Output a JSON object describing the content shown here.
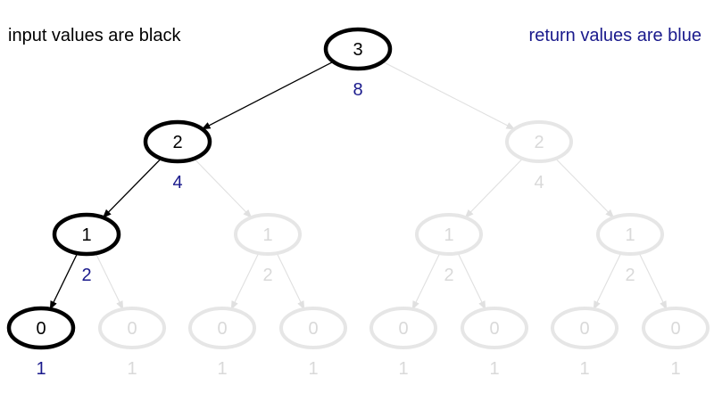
{
  "captions": {
    "input_note": "input values are black",
    "return_note": "return values are blue"
  },
  "colors": {
    "input_text": "#000000",
    "return_text": "#1a1a8c",
    "faded": "#e6e6e6",
    "faded_text": "#d9d9d9",
    "arrow": "#000000"
  },
  "tree": {
    "nodes": [
      {
        "id": "n3",
        "input": "3",
        "ret": "8",
        "active": true
      },
      {
        "id": "n2a",
        "input": "2",
        "ret": "4",
        "active": true
      },
      {
        "id": "n2b",
        "input": "2",
        "ret": "4",
        "active": false
      },
      {
        "id": "n1a",
        "input": "1",
        "ret": "2",
        "active": true
      },
      {
        "id": "n1b",
        "input": "1",
        "ret": "2",
        "active": false
      },
      {
        "id": "n1c",
        "input": "1",
        "ret": "2",
        "active": false
      },
      {
        "id": "n1d",
        "input": "1",
        "ret": "2",
        "active": false
      },
      {
        "id": "n0a",
        "input": "0",
        "ret": "1",
        "active": true
      },
      {
        "id": "n0b",
        "input": "0",
        "ret": "1",
        "active": false
      },
      {
        "id": "n0c",
        "input": "0",
        "ret": "1",
        "active": false
      },
      {
        "id": "n0d",
        "input": "0",
        "ret": "1",
        "active": false
      },
      {
        "id": "n0e",
        "input": "0",
        "ret": "1",
        "active": false
      },
      {
        "id": "n0f",
        "input": "0",
        "ret": "1",
        "active": false
      },
      {
        "id": "n0g",
        "input": "0",
        "ret": "1",
        "active": false
      },
      {
        "id": "n0h",
        "input": "0",
        "ret": "1",
        "active": false
      }
    ],
    "edges": [
      {
        "from": "n3",
        "to": "n2a",
        "active": true
      },
      {
        "from": "n3",
        "to": "n2b",
        "active": false
      },
      {
        "from": "n2a",
        "to": "n1a",
        "active": true
      },
      {
        "from": "n2a",
        "to": "n1b",
        "active": false
      },
      {
        "from": "n2b",
        "to": "n1c",
        "active": false
      },
      {
        "from": "n2b",
        "to": "n1d",
        "active": false
      },
      {
        "from": "n1a",
        "to": "n0a",
        "active": true
      },
      {
        "from": "n1a",
        "to": "n0b",
        "active": false
      },
      {
        "from": "n1b",
        "to": "n0c",
        "active": false
      },
      {
        "from": "n1b",
        "to": "n0d",
        "active": false
      },
      {
        "from": "n1c",
        "to": "n0e",
        "active": false
      },
      {
        "from": "n1c",
        "to": "n0f",
        "active": false
      },
      {
        "from": "n1d",
        "to": "n0g",
        "active": false
      },
      {
        "from": "n1d",
        "to": "n0h",
        "active": false
      }
    ]
  }
}
